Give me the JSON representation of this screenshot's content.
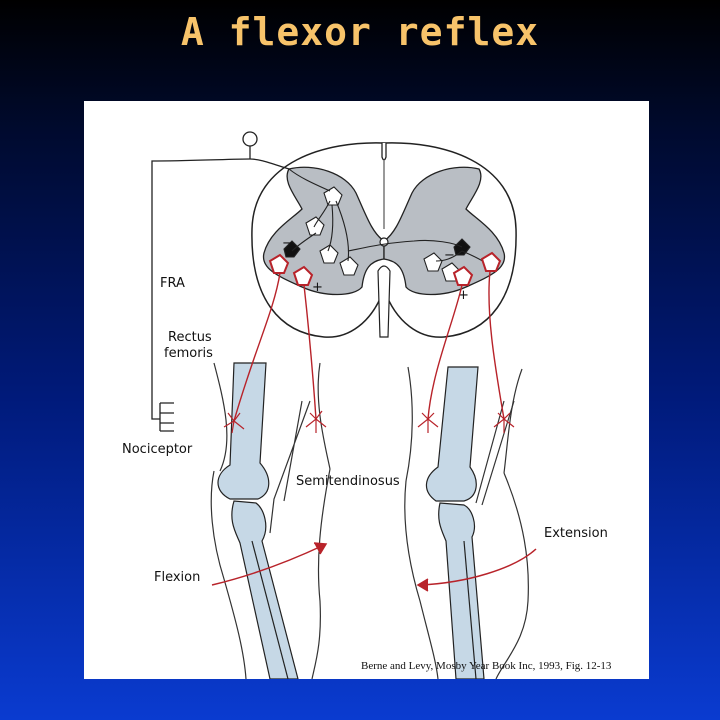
{
  "slide": {
    "title": "A flexor reflex"
  },
  "figure": {
    "labels": {
      "fra": "FRA",
      "rectus_line1": "Rectus",
      "rectus_line2": "femoris",
      "nociceptor": "Nociceptor",
      "semitendinosus": "Semitendinosus",
      "extension": "Extension",
      "flexion": "Flexion",
      "minus": "−",
      "plus": "+"
    },
    "citation": "Berne and Levy, Mosby Year Book Inc, 1993, Fig. 12-13"
  },
  "colors": {
    "title": "#f7c36a",
    "gray_matter": "#b9bec4",
    "bone": "#c6d8e6",
    "nerve": "#b8232a"
  }
}
